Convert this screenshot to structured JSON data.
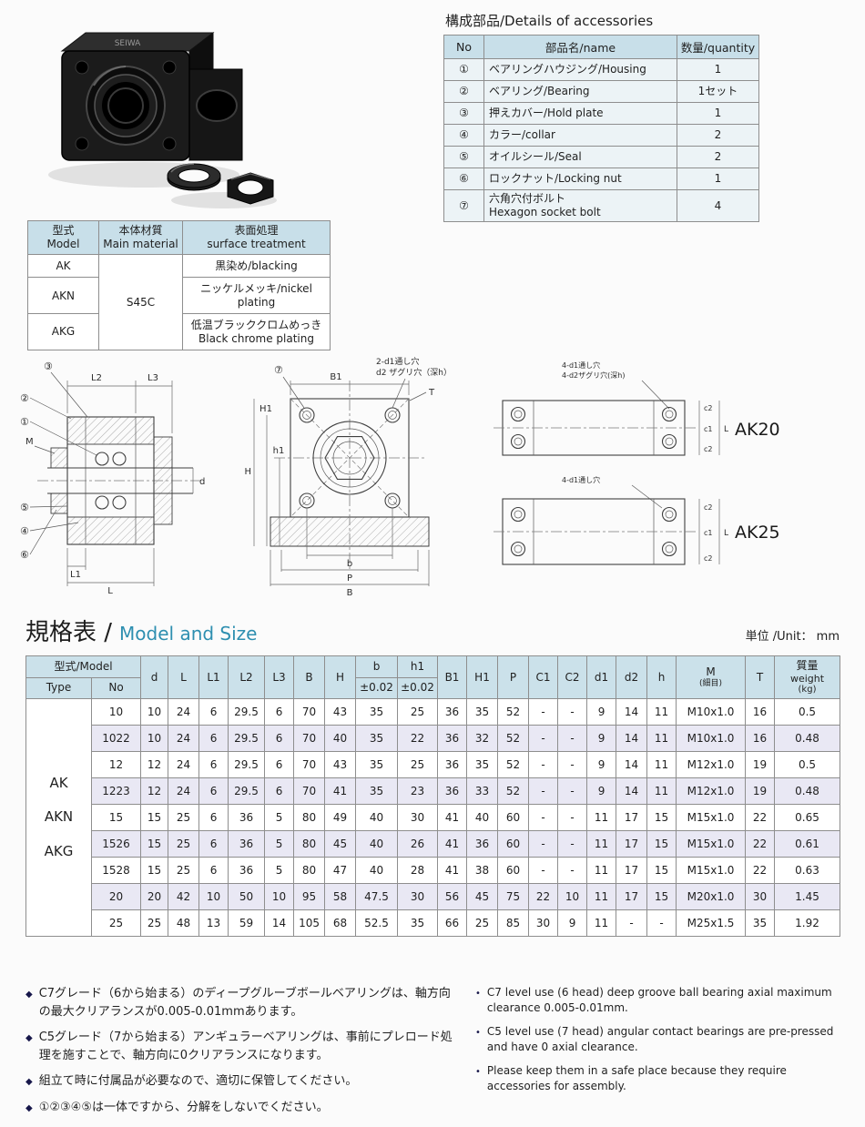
{
  "photo": {
    "logo": "SEIWA"
  },
  "accessories": {
    "title": "構成部品/Details of accessories",
    "headers": [
      "No",
      "部品名/name",
      "数量/quantity"
    ],
    "rows": [
      {
        "no": "①",
        "name": "ベアリングハウジング/Housing",
        "qty": "1"
      },
      {
        "no": "②",
        "name": "ベアリング/Bearing",
        "qty": "1セット"
      },
      {
        "no": "③",
        "name": "押えカバー/Hold plate",
        "qty": "1"
      },
      {
        "no": "④",
        "name": "カラー/collar",
        "qty": "2"
      },
      {
        "no": "⑤",
        "name": "オイルシール/Seal",
        "qty": "2"
      },
      {
        "no": "⑥",
        "name": "ロックナット/Locking nut",
        "qty": "1"
      },
      {
        "no": "⑦",
        "name": "六角穴付ボルト\nHexagon socket bolt",
        "qty": "4"
      }
    ]
  },
  "material": {
    "headers": [
      "型式\nModel",
      "本体材質\nMain material",
      "表面処理\nsurface treatment"
    ],
    "main_material": "S45C",
    "rows": [
      {
        "model": "AK",
        "treatment": "黒染め/blacking"
      },
      {
        "model": "AKN",
        "treatment": "ニッケルメッキ/nickel plating"
      },
      {
        "model": "AKG",
        "treatment": "低温ブラッククロムめっき\nBlack chrome plating"
      }
    ]
  },
  "drawing": {
    "side": {
      "L2": "L2",
      "L3": "L3",
      "L1": "L1",
      "L": "L",
      "M": "M",
      "d": "d",
      "c1": "②",
      "c2": "①",
      "c3": "③",
      "c4": "⑤",
      "c5": "④",
      "c6": "⑥"
    },
    "front": {
      "B1": "B1",
      "T": "T",
      "H": "H",
      "H1": "H1",
      "h1": "h1",
      "b": "b",
      "P": "P",
      "B": "B",
      "note1": "2-d1通し穴",
      "note2": "d2 ザグリ穴（深h）",
      "callout": "⑦"
    },
    "right": {
      "ak20": "AK20",
      "ak25": "AK25",
      "note1": "4-d1通し穴",
      "note2": "4-d2ザグリ穴(深h)",
      "note3": "4-d1通し穴",
      "c2": "c2",
      "c1": "c1",
      "L": "L"
    }
  },
  "spec": {
    "title_jp": "規格表 /",
    "title_en": "Model and Size",
    "unit_label": "単位 /Unit： mm",
    "headers": {
      "model": "型式/Model",
      "type": "Type",
      "no": "No",
      "d": "d",
      "L": "L",
      "L1": "L1",
      "L2": "L2",
      "L3": "L3",
      "B": "B",
      "H": "H",
      "b": "b",
      "h1": "h1",
      "tol": "±0.02",
      "B1": "B1",
      "H1": "H1",
      "P": "P",
      "C1": "C1",
      "C2": "C2",
      "d1": "d1",
      "d2": "d2",
      "h": "h",
      "M": "M",
      "M_sub": "(細目)",
      "T": "T",
      "w1": "質量",
      "w2": "weight",
      "w3": "(kg)"
    },
    "type_label": "AK\nAKN\nAKG",
    "rows": [
      {
        "no": "10",
        "v": [
          "10",
          "24",
          "6",
          "29.5",
          "6",
          "70",
          "43",
          "35",
          "25",
          "36",
          "35",
          "52",
          "-",
          "-",
          "9",
          "14",
          "11",
          "M10x1.0",
          "16",
          "0.5"
        ]
      },
      {
        "no": "1022",
        "v": [
          "10",
          "24",
          "6",
          "29.5",
          "6",
          "70",
          "40",
          "35",
          "22",
          "36",
          "32",
          "52",
          "-",
          "-",
          "9",
          "14",
          "11",
          "M10x1.0",
          "16",
          "0.48"
        ]
      },
      {
        "no": "12",
        "v": [
          "12",
          "24",
          "6",
          "29.5",
          "6",
          "70",
          "43",
          "35",
          "25",
          "36",
          "35",
          "52",
          "-",
          "-",
          "9",
          "14",
          "11",
          "M12x1.0",
          "19",
          "0.5"
        ]
      },
      {
        "no": "1223",
        "v": [
          "12",
          "24",
          "6",
          "29.5",
          "6",
          "70",
          "41",
          "35",
          "23",
          "36",
          "33",
          "52",
          "-",
          "-",
          "9",
          "14",
          "11",
          "M12x1.0",
          "19",
          "0.48"
        ]
      },
      {
        "no": "15",
        "v": [
          "15",
          "25",
          "6",
          "36",
          "5",
          "80",
          "49",
          "40",
          "30",
          "41",
          "40",
          "60",
          "-",
          "-",
          "11",
          "17",
          "15",
          "M15x1.0",
          "22",
          "0.65"
        ]
      },
      {
        "no": "1526",
        "v": [
          "15",
          "25",
          "6",
          "36",
          "5",
          "80",
          "45",
          "40",
          "26",
          "41",
          "36",
          "60",
          "-",
          "-",
          "11",
          "17",
          "15",
          "M15x1.0",
          "22",
          "0.61"
        ]
      },
      {
        "no": "1528",
        "v": [
          "15",
          "25",
          "6",
          "36",
          "5",
          "80",
          "47",
          "40",
          "28",
          "41",
          "38",
          "60",
          "-",
          "-",
          "11",
          "17",
          "15",
          "M15x1.0",
          "22",
          "0.63"
        ]
      },
      {
        "no": "20",
        "v": [
          "20",
          "42",
          "10",
          "50",
          "10",
          "95",
          "58",
          "47.5",
          "30",
          "56",
          "45",
          "75",
          "22",
          "10",
          "11",
          "17",
          "15",
          "M20x1.0",
          "30",
          "1.45"
        ]
      },
      {
        "no": "25",
        "v": [
          "25",
          "48",
          "13",
          "59",
          "14",
          "105",
          "68",
          "52.5",
          "35",
          "66",
          "25",
          "85",
          "30",
          "9",
          "11",
          "-",
          "-",
          "M25x1.5",
          "35",
          "1.92"
        ]
      }
    ]
  },
  "footnotes": {
    "jp_marker": "◆",
    "en_marker": "•",
    "jp": [
      "C7グレード（6から始まる）のディープグルーブボールベアリングは、軸方向の最大クリアランスが0.005-0.01mmあります。",
      "C5グレード（7から始まる）アンギュラーベアリングは、事前にプレロード処理を施すことで、軸方向に0クリアランスになります。",
      "組立て時に付属品が必要なので、適切に保管してください。",
      "①②③④⑤は一体ですから、分解をしないでください。"
    ],
    "en": [
      "C7 level use (6 head) deep groove ball bearing axial maximum clearance 0.005-0.01mm.",
      "C5 level use (7 head) angular contact bearings are pre-pressed and have 0 axial clearance.",
      "Please keep them in a safe place because they require accessories for assembly."
    ]
  }
}
